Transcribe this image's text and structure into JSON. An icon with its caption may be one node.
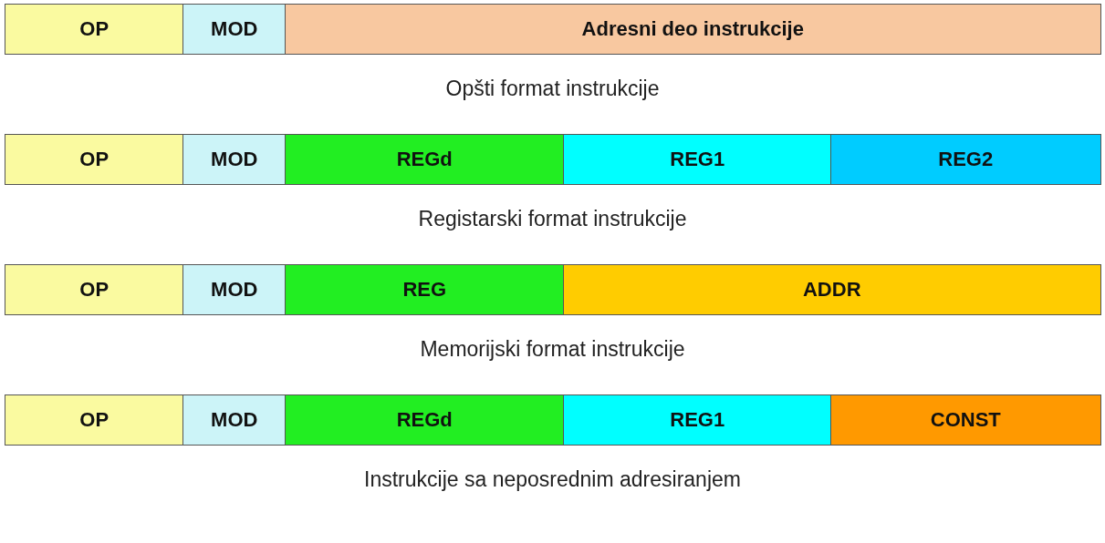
{
  "diagram": {
    "nodes": [
      {
        "text": [
          "OP"
        ]
      },
      {
        "text": [
          "MOD"
        ]
      },
      {
        "text": [
          "Adresni deo instrukcije"
        ]
      },
      {
        "text": [
          "OP"
        ]
      },
      {
        "text": [
          "MOD"
        ]
      },
      {
        "text": [
          "REGd"
        ]
      },
      {
        "text": [
          "REG1"
        ]
      },
      {
        "text": [
          "REG2"
        ]
      },
      {
        "text": [
          "OP"
        ]
      },
      {
        "text": [
          "MOD"
        ]
      },
      {
        "text": [
          "REG"
        ]
      },
      {
        "text": [
          "ADDR"
        ]
      },
      {
        "text": [
          "OP"
        ]
      },
      {
        "text": [
          "MOD"
        ]
      },
      {
        "text": [
          "REGd"
        ]
      },
      {
        "text": [
          "REG1"
        ]
      },
      {
        "text": [
          "CONST"
        ]
      }
    ],
    "labels": [
      "Opšti format instrukcije",
      "Registarski format instrukcije",
      "Memorijski format instrukcije",
      "Instrukcije sa neposrednim adresiranjem"
    ]
  }
}
